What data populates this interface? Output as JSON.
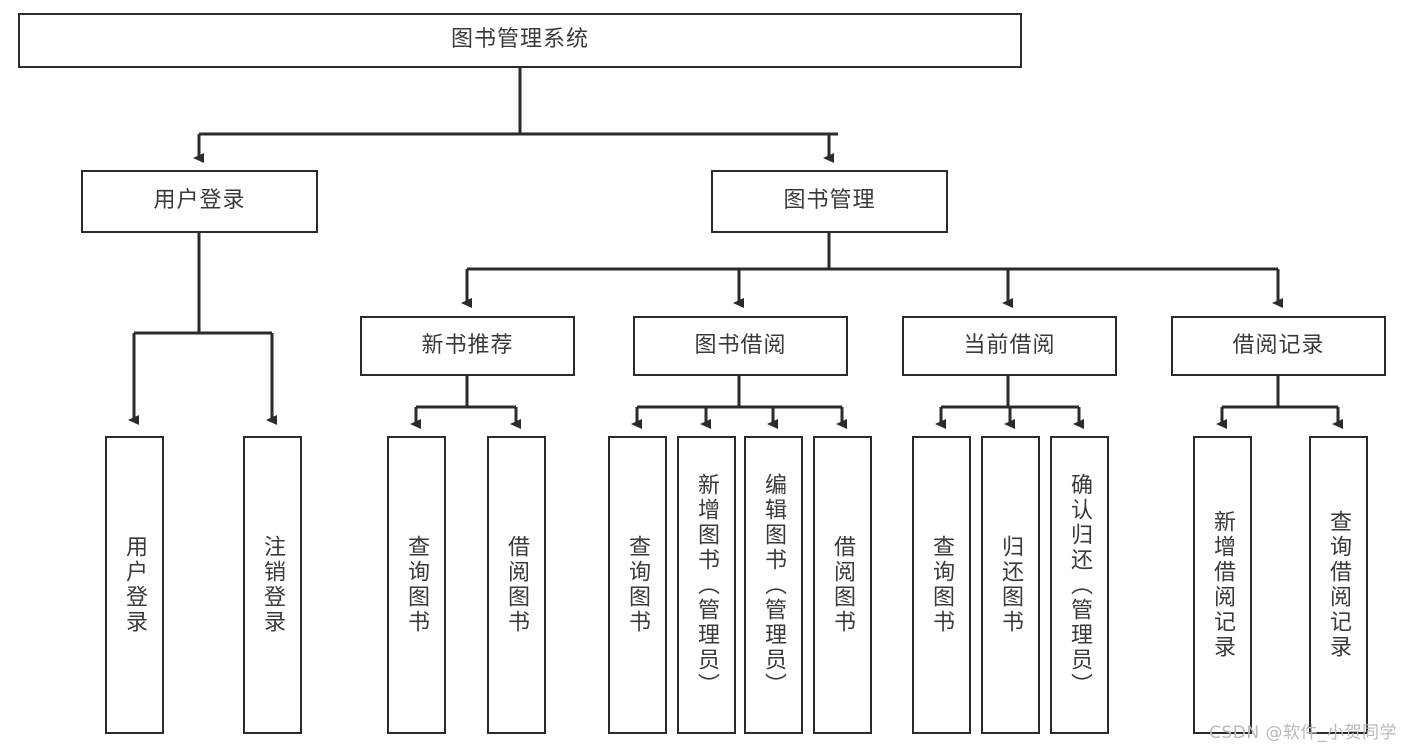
{
  "diagram": {
    "title": "图书管理系统",
    "type": "tree-hierarchy",
    "watermark": "CSDN @软件_小贺同学",
    "colors": {
      "box_border": "#2b2b2b",
      "box_fill": "#ffffff",
      "text": "#3a3a3a",
      "connector": "#2b2b2b",
      "watermark": "#b9b9b9"
    },
    "levels": {
      "root_label": "图书管理系统",
      "level2": [
        "用户登录",
        "图书管理"
      ],
      "level3": [
        "新书推荐",
        "图书借阅",
        "当前借阅",
        "借阅记录"
      ]
    },
    "nodes": {
      "root": {
        "label": "图书管理系统"
      },
      "user_login": {
        "label": "用户登录"
      },
      "book_manage": {
        "label": "图书管理"
      },
      "new_book_rec": {
        "label": "新书推荐"
      },
      "book_borrow": {
        "label": "图书借阅"
      },
      "current_borrow": {
        "label": "当前借阅"
      },
      "borrow_record": {
        "label": "借阅记录"
      },
      "leaf_user_login": {
        "label": "用户登录"
      },
      "leaf_logout": {
        "label": "注销登录"
      },
      "leaf_query_book_1": {
        "label": "查询图书"
      },
      "leaf_borrow_book_1": {
        "label": "借阅图书"
      },
      "leaf_query_book_2": {
        "label": "查询图书"
      },
      "leaf_add_book": {
        "label": "新增图书（管理员）"
      },
      "leaf_edit_book": {
        "label": "编辑图书（管理员）"
      },
      "leaf_borrow_book_2": {
        "label": "借阅图书"
      },
      "leaf_query_book_3": {
        "label": "查询图书"
      },
      "leaf_return_book": {
        "label": "归还图书"
      },
      "leaf_confirm_return": {
        "label": "确认归还（管理员）"
      },
      "leaf_add_record": {
        "label": "新增借阅记录"
      },
      "leaf_query_record": {
        "label": "查询借阅记录"
      }
    }
  }
}
